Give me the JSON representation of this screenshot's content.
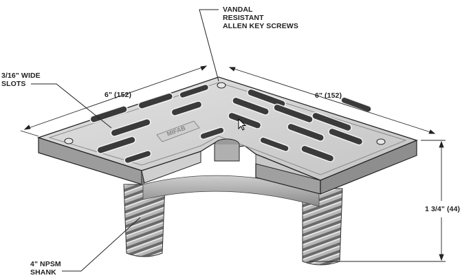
{
  "diagram": {
    "subject": "Square drain strainer with threaded shank (cutaway isometric view)",
    "labels": {
      "screws": [
        "VANDAL",
        "RESISTANT",
        "ALLEN KEY SCREWS"
      ],
      "slots": [
        "3/16\" WIDE",
        "SLOTS"
      ],
      "shank": [
        "4\" NPSM",
        "SHANK"
      ]
    },
    "dimensions": {
      "left_side": "6\" (152)",
      "right_side": "6\" (152)",
      "height": "1 3/4\" (44)"
    },
    "logo_text": "MIFAB",
    "colors": {
      "line": "#222222",
      "metal_light": "#d9d9d9",
      "metal_mid": "#b5b5b5",
      "metal_dark": "#6e6e6e",
      "slot_dark": "#3a3a3a"
    }
  }
}
